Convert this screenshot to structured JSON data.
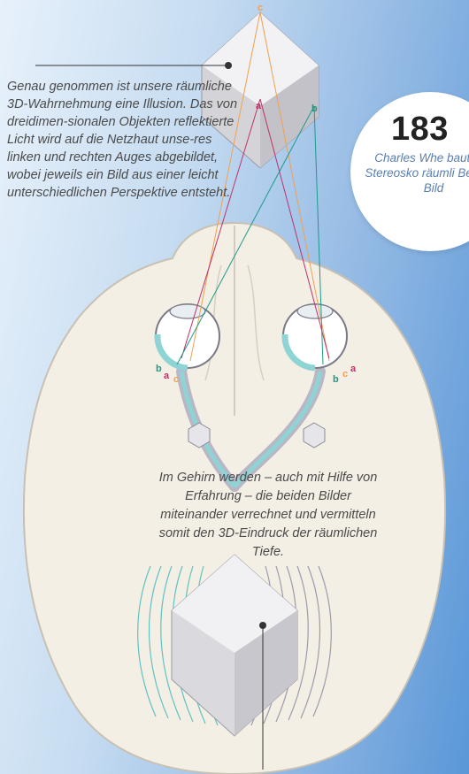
{
  "captions": {
    "top": "Genau genommen ist unsere räumliche 3D-Wahrnehmung eine Illusion. Das von dreidimen-sionalen Objekten reflektierte Licht wird auf die Netzhaut unse-res linken und rechten Auges abgebildet, wobei jeweils ein Bild aus einer leicht unterschiedlichen Perspektive entsteht.",
    "bottom": "Im Gehirn werden – auch mit Hilfe von Erfahrung – die beiden Bilder miteinander verrechnet und vermitteln somit den 3D-Eindruck der räumlichen Tiefe."
  },
  "badge": {
    "year": "183",
    "text": "Charles Whe baut das Stereosko räumli Betracht Bild"
  },
  "labels": {
    "a": "a",
    "b": "b",
    "c": "c"
  },
  "colors": {
    "a": "#c0306a",
    "b": "#1e9a8a",
    "c": "#f0a050",
    "left_tract": "#8fd4d4",
    "right_tract": "#b9b6c6"
  }
}
